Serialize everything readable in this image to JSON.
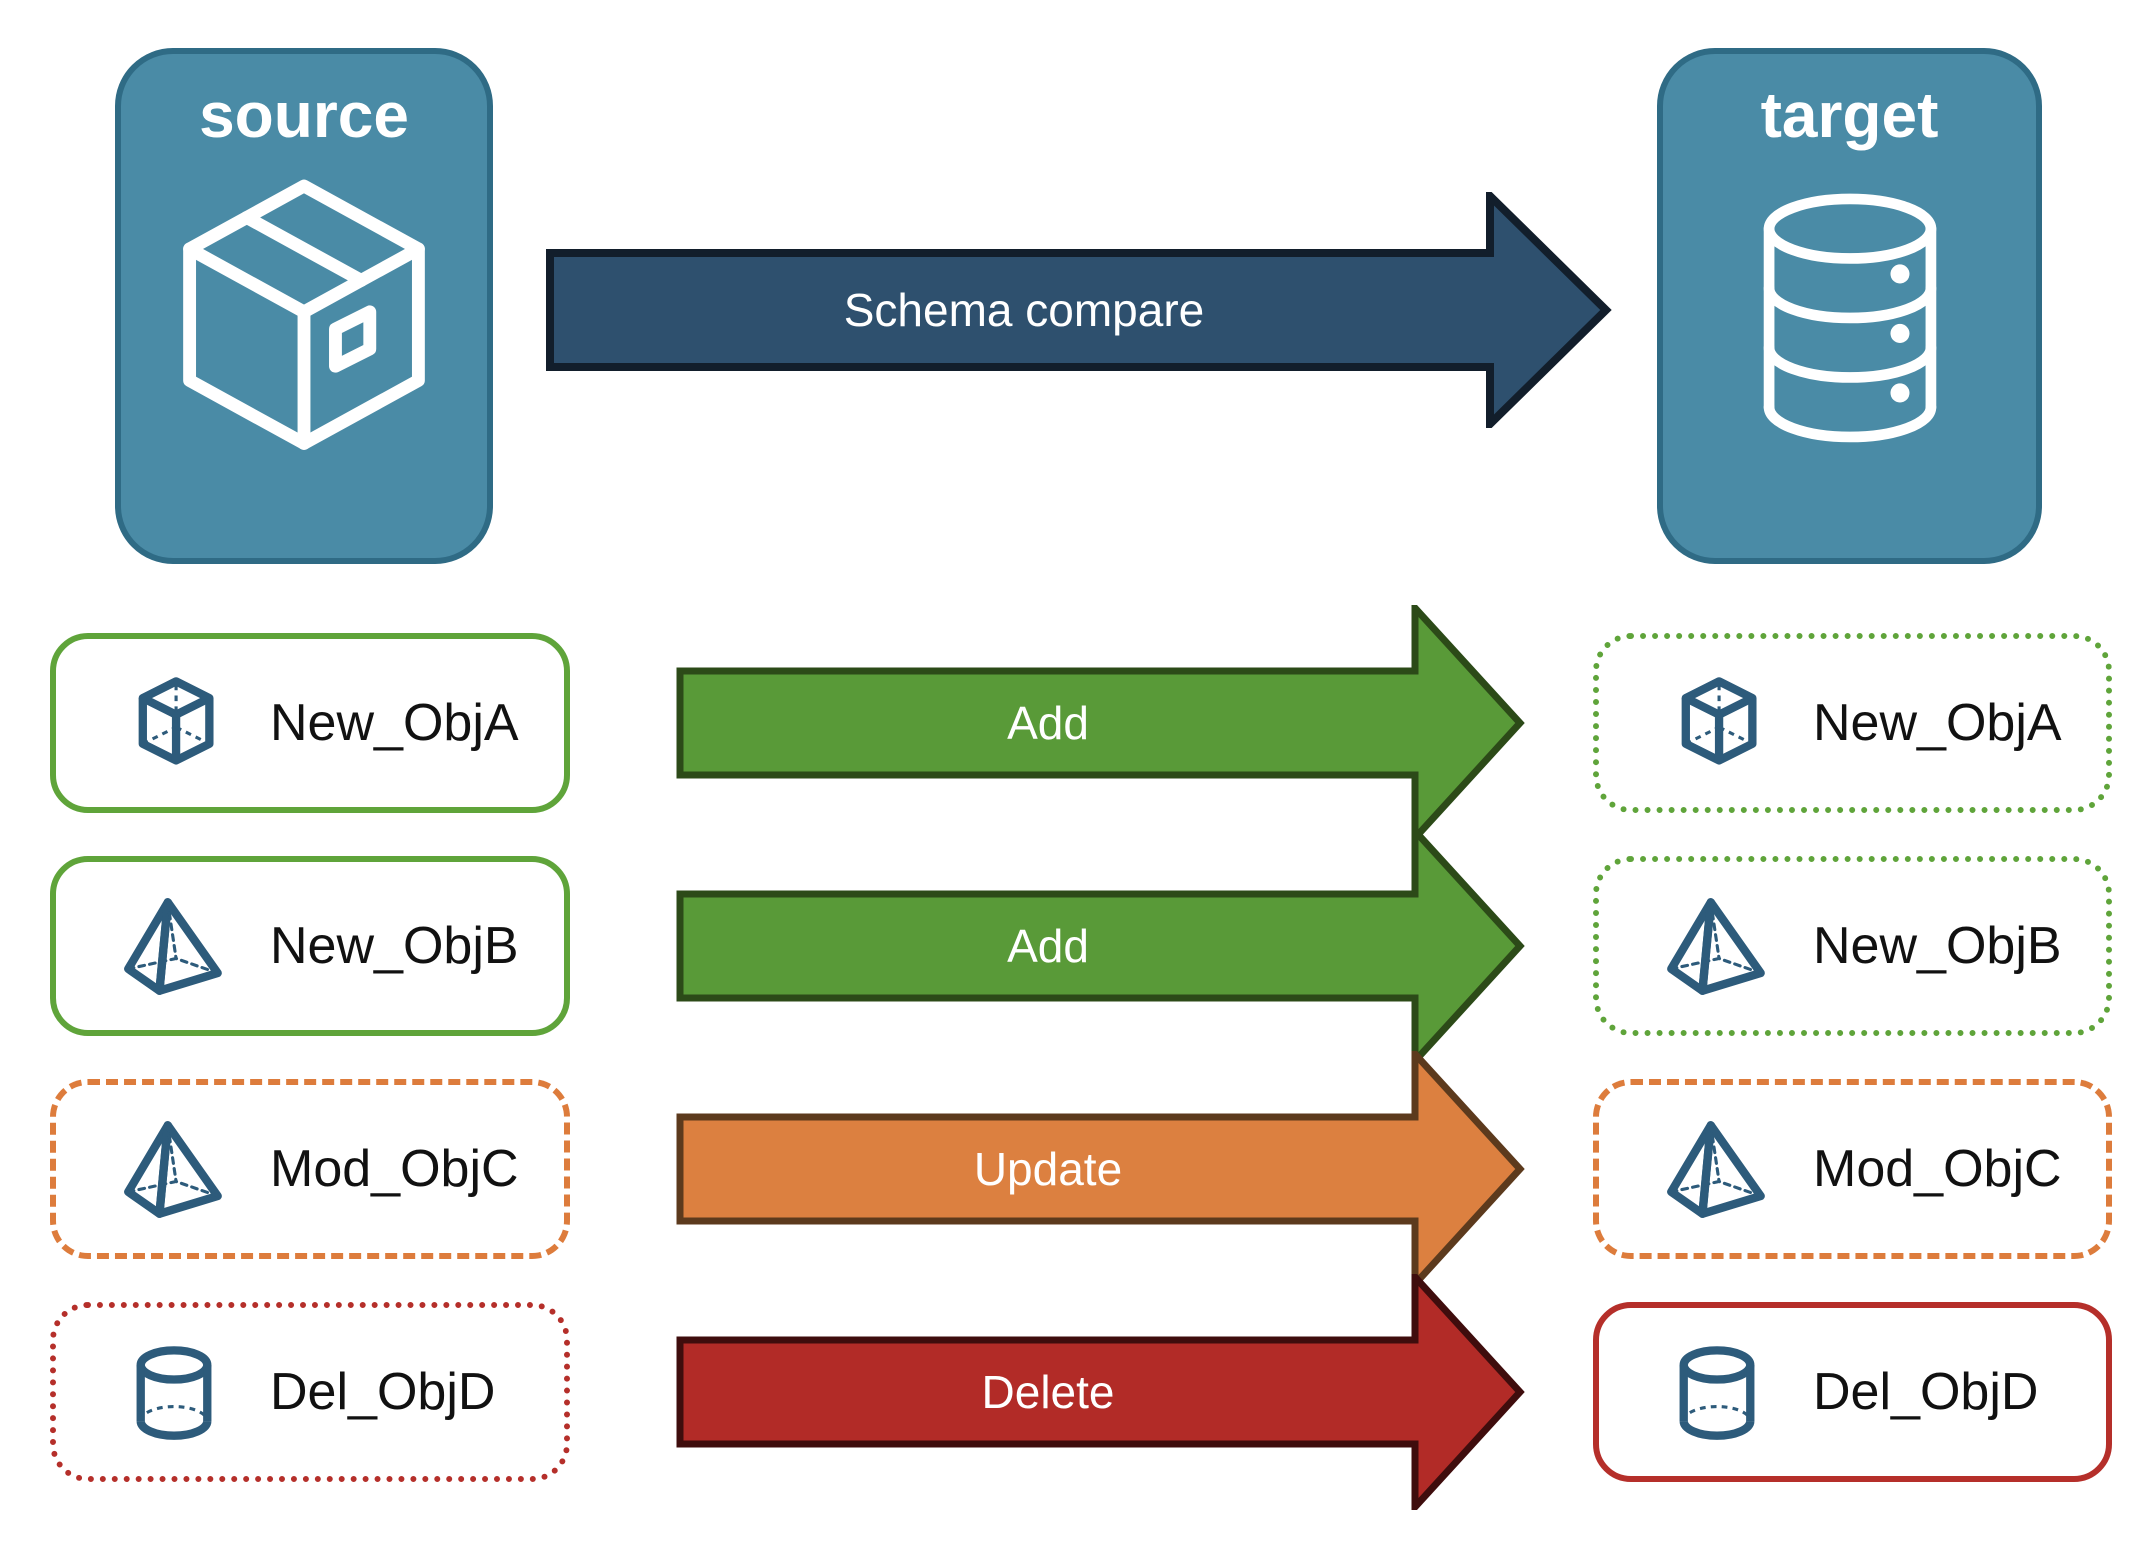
{
  "diagram": {
    "background": "#FFFFFF",
    "source_panel": {
      "title": "source",
      "icon": "package-icon",
      "fill": "#4A8BA6",
      "border_color": "#2F6B85",
      "icon_color": "#FFFFFF"
    },
    "target_panel": {
      "title": "target",
      "icon": "database-icon",
      "fill": "#4A8BA6",
      "border_color": "#2F6B85",
      "icon_color": "#FFFFFF"
    },
    "compare_arrow": {
      "label": "Schema compare",
      "fill": "#2E506E",
      "outline": "#121E2B",
      "text_color": "#FFFFFF"
    },
    "object_icon_color": "#2D5B7B",
    "rows": [
      {
        "object": "New_ObjA",
        "icon": "cube-icon",
        "action": "Add",
        "arrow_fill": "#599A38",
        "arrow_outline": "#2C4A18",
        "source_box": {
          "border_style": "solid",
          "border_color": "#5FA43A"
        },
        "target_box": {
          "border_style": "dotted",
          "border_color": "#5FA43A"
        }
      },
      {
        "object": "New_ObjB",
        "icon": "pyramid-icon",
        "action": "Add",
        "arrow_fill": "#599A38",
        "arrow_outline": "#2C4A18",
        "source_box": {
          "border_style": "solid",
          "border_color": "#5FA43A"
        },
        "target_box": {
          "border_style": "dotted",
          "border_color": "#5FA43A"
        }
      },
      {
        "object": "Mod_ObjC",
        "icon": "pyramid-icon",
        "action": "Update",
        "arrow_fill": "#DC8040",
        "arrow_outline": "#5C3A1D",
        "source_box": {
          "border_style": "dashed",
          "border_color": "#DD7C3C"
        },
        "target_box": {
          "border_style": "dashed",
          "border_color": "#DD7C3C"
        }
      },
      {
        "object": "Del_ObjD",
        "icon": "cylinder-icon",
        "action": "Delete",
        "arrow_fill": "#B22B27",
        "arrow_outline": "#3F0D0D",
        "source_box": {
          "border_style": "dotted",
          "border_color": "#B52F2A"
        },
        "target_box": {
          "border_style": "solid",
          "border_color": "#B52F2A"
        }
      }
    ]
  }
}
